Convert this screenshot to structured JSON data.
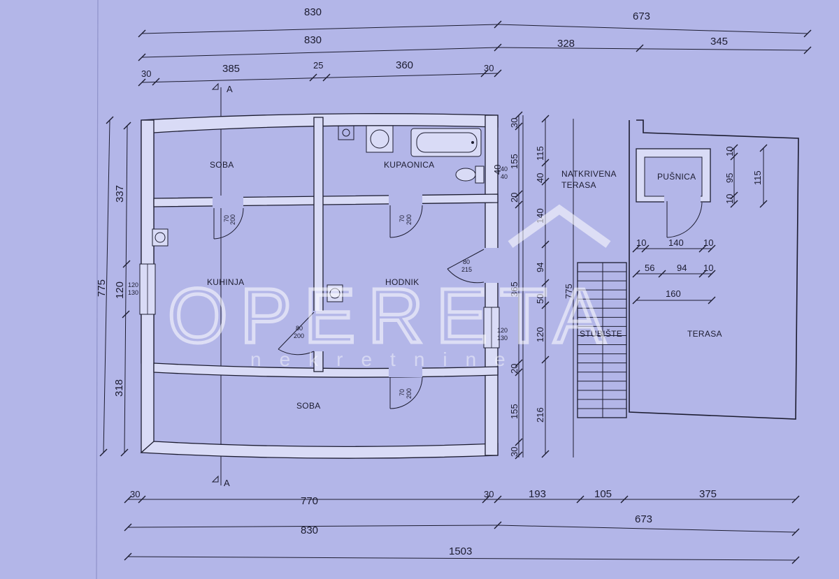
{
  "rooms": {
    "soba_top": "SOBA",
    "kupaonica": "KUPAONICA",
    "natkrivena_1": "NATKRIVENA",
    "natkrivena_2": "TERASA",
    "pusnica": "PUŠNICA",
    "kuhinja": "KUHINJA",
    "hodnik": "HODNIK",
    "stubiste": "STUBIŠTE",
    "terasa": "TERASA",
    "soba_bottom": "SOBA"
  },
  "section_marker": "A",
  "watermark": {
    "name": "OPERETA",
    "sub": "nekretnine"
  },
  "dims_top": {
    "row1": [
      "830",
      "673"
    ],
    "row2": [
      "830",
      "328",
      "345"
    ],
    "row3": [
      "30",
      "385",
      "25",
      "360",
      "30"
    ]
  },
  "dims_bottom": {
    "row1": [
      "30",
      "770",
      "30",
      "193",
      "105",
      "375"
    ],
    "row2": [
      "830",
      "673"
    ],
    "row3": [
      "1503"
    ]
  },
  "dims_left": {
    "outer": "775",
    "inner": [
      "337",
      "120",
      "318"
    ]
  },
  "dims_right_col1": [
    "30",
    "155",
    "40",
    "20",
    "365",
    "20",
    "155",
    "30"
  ],
  "dims_right_col2": [
    "115",
    "40",
    "140",
    "94",
    "50",
    "120",
    "216"
  ],
  "dims_stair": "775",
  "dims_pusnica": {
    "v_small": [
      "10",
      "95",
      "10"
    ],
    "v_total": "115",
    "h_row1": [
      "10",
      "140",
      "10"
    ],
    "h_row2": [
      "56",
      "94",
      "10"
    ],
    "h_row3": "160"
  },
  "openings": {
    "soba_door_w": "70",
    "soba_door_h": "200",
    "kup_door_w": "70",
    "kup_door_h": "200",
    "ext_door_w": "80",
    "ext_door_h": "215",
    "kitchen_door_w": "80",
    "kitchen_door_h": "200",
    "bottom_door_w": "70",
    "bottom_door_h": "200",
    "win_left_w": "120",
    "win_left_h": "130",
    "win_right_w": "120",
    "win_right_h": "130",
    "wc_a": "40",
    "wc_b": "40"
  }
}
